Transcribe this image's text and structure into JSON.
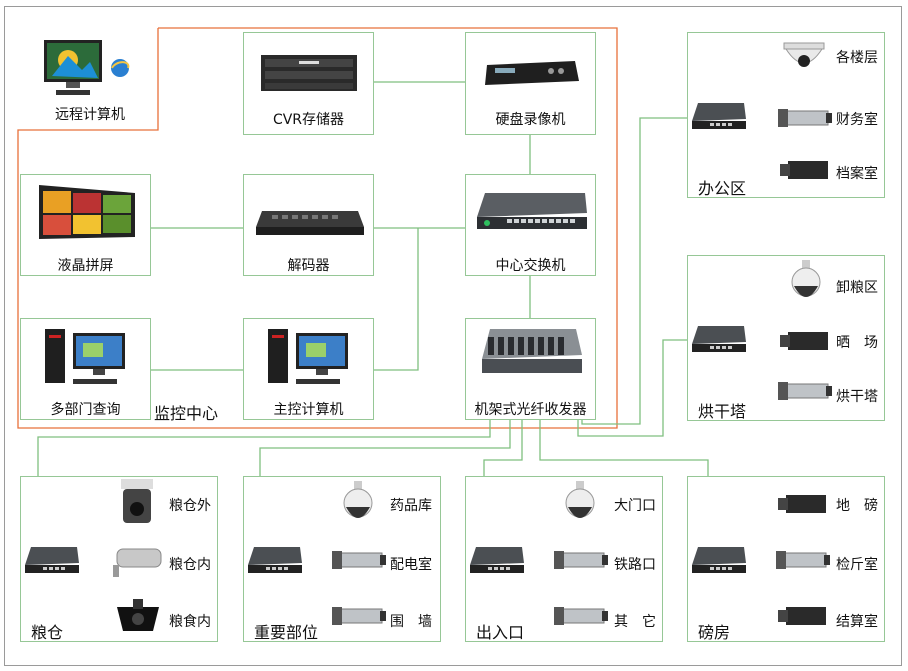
{
  "title_center": "监控中心",
  "nodes": {
    "remote": "远程计算机",
    "cvr": "CVR存储器",
    "dvr": "硬盘录像机",
    "lcd": "液晶拼屏",
    "decoder": "解码器",
    "switch": "中心交换机",
    "query": "多部门查询",
    "main_pc": "主控计算机",
    "rack": "机架式光纤收发器"
  },
  "zones": {
    "office": {
      "name": "办公区",
      "cams": [
        "各楼层",
        "财务室",
        "档案室"
      ]
    },
    "dryer": {
      "name": "烘干塔",
      "cams": [
        "卸粮区",
        "晒　场",
        "烘干塔"
      ]
    },
    "granary": {
      "name": "粮仓",
      "cams": [
        "粮仓外",
        "粮仓内",
        "粮食内"
      ]
    },
    "key": {
      "name": "重要部位",
      "cams": [
        "药品库",
        "配电室",
        "围　墙"
      ]
    },
    "gate": {
      "name": "出入口",
      "cams": [
        "大门口",
        "铁路口",
        "其　它"
      ]
    },
    "scale": {
      "name": "磅房",
      "cams": [
        "地　磅",
        "检斤室",
        "结算室"
      ]
    }
  },
  "colors": {
    "link": "#7fbf7f",
    "control_border": "#e8703a",
    "box_border": "#96c796"
  }
}
